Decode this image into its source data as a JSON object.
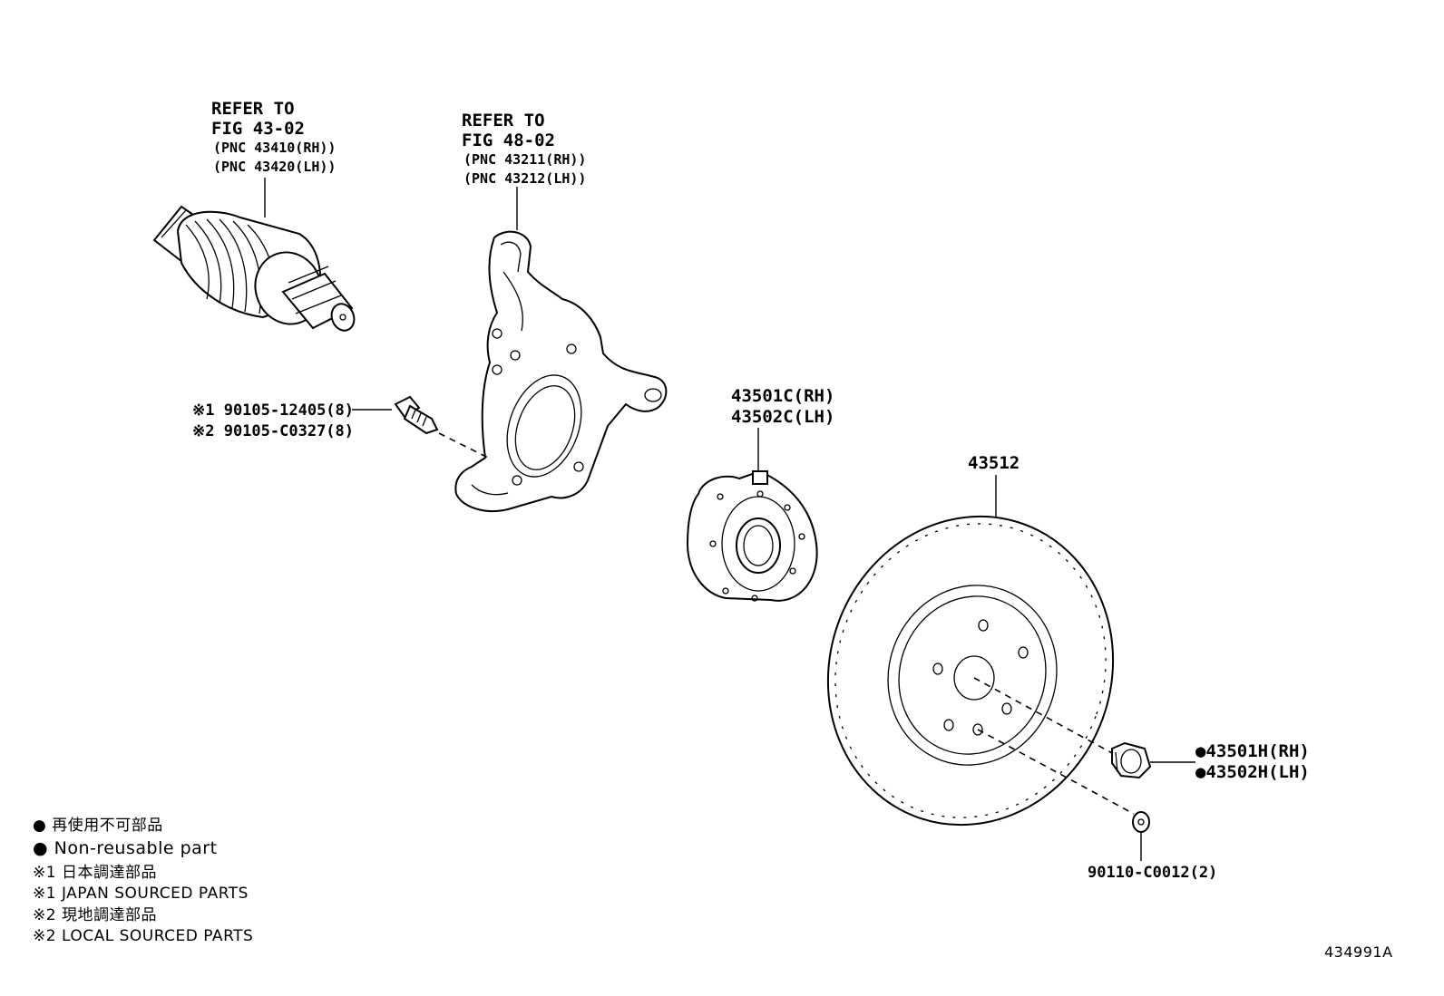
{
  "callouts": {
    "driveshaft": {
      "line1": "REFER TO",
      "line2": "FIG 43-02",
      "line3": "(PNC 43410(RH))",
      "line4": "(PNC 43420(LH))"
    },
    "knuckle": {
      "line1": "REFER TO",
      "line2": "FIG 48-02",
      "line3": "(PNC 43211(RH))",
      "line4": "(PNC 43212(LH))"
    },
    "bolt": {
      "line1": "※1 90105-12405(8)",
      "line2": "※2 90105-C0327(8)"
    },
    "hub": {
      "line1": "43501C(RH)",
      "line2": "43502C(LH)"
    },
    "disc": {
      "line1": "43512"
    },
    "nut": {
      "line1": "●43501H(RH)",
      "line2": "●43502H(LH)"
    },
    "screw": {
      "line1": "90110-C0012(2)"
    }
  },
  "legend": [
    "● 再使用不可部品",
    "● Non-reusable part",
    "※1 日本調達部品",
    "※1 JAPAN SOURCED PARTS",
    "※2 現地調達部品",
    "※2 LOCAL SOURCED PARTS"
  ],
  "figure_id": "434991A"
}
